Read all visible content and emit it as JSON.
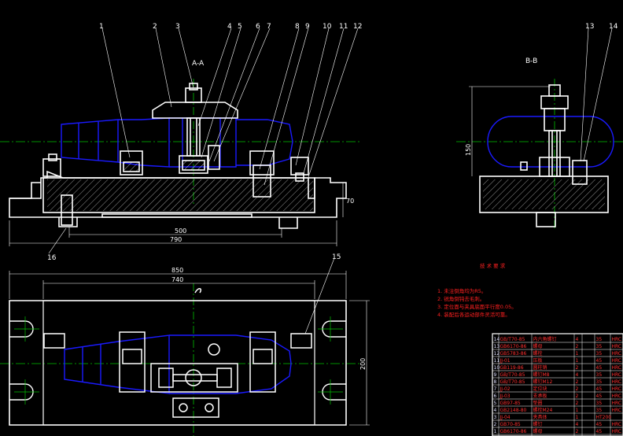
{
  "views": {
    "section_a": "A-A",
    "section_b": "B-B"
  },
  "callouts": [
    "1",
    "2",
    "3",
    "4",
    "5",
    "6",
    "7",
    "8",
    "9",
    "10",
    "11",
    "12",
    "13",
    "14",
    "15",
    "16"
  ],
  "dimensions": {
    "d500": "500",
    "d790": "790",
    "d70": "70",
    "d150": "150",
    "d850": "850",
    "d740": "740",
    "d200": "200"
  },
  "notes": {
    "title": "技 术 要 求",
    "items": [
      "1. 未注倒角均为R5。",
      "2. 锐角倒钝去毛刺。",
      "3. 定位面与夹具底面平行度0.05。",
      "4. 装配后各运动部件灵活可靠。"
    ]
  },
  "bom": {
    "rows": [
      {
        "code": "GB/T70-85",
        "name": "内六角螺钉",
        "qty": "4",
        "mat": "35",
        "std": "HRC"
      },
      {
        "code": "GB6170-86",
        "name": "螺母",
        "qty": "2",
        "mat": "35",
        "std": "HRC"
      },
      {
        "code": "GB5783-86",
        "name": "螺栓",
        "qty": "1",
        "mat": "35",
        "std": "HRC"
      },
      {
        "code": "JJ-01",
        "name": "压板",
        "qty": "1",
        "mat": "45",
        "std": "HRC"
      },
      {
        "code": "GB119-86",
        "name": "圆柱销",
        "qty": "2",
        "mat": "45",
        "std": "HRC"
      },
      {
        "code": "GB/T70-85",
        "name": "螺钉M8",
        "qty": "4",
        "mat": "35",
        "std": "HRC"
      },
      {
        "code": "GB/T70-85",
        "name": "螺钉M12",
        "qty": "2",
        "mat": "35",
        "std": "HRC"
      },
      {
        "code": "JJ-02",
        "name": "定位块",
        "qty": "2",
        "mat": "45",
        "std": "HRC"
      },
      {
        "code": "JJ-03",
        "name": "支承板",
        "qty": "2",
        "mat": "45",
        "std": "HRC"
      },
      {
        "code": "GB97-85",
        "name": "垫圈",
        "qty": "2",
        "mat": "35",
        "std": "HRC"
      },
      {
        "code": "GB2148-80",
        "name": "螺栓M24",
        "qty": "1",
        "mat": "35",
        "std": "HRC"
      },
      {
        "code": "JJ-04",
        "name": "夹具体",
        "qty": "1",
        "mat": "HT200",
        "std": ""
      },
      {
        "code": "GB70-85",
        "name": "螺钉",
        "qty": "4",
        "mat": "45",
        "std": "HRC"
      },
      {
        "code": "GB6170-86",
        "name": "螺母",
        "qty": "2",
        "mat": "45",
        "std": "HRC"
      }
    ]
  },
  "colors": {
    "line": "#ffffff",
    "part": "#1a1aff",
    "center": "#00c000",
    "text_red": "#ff2020"
  }
}
